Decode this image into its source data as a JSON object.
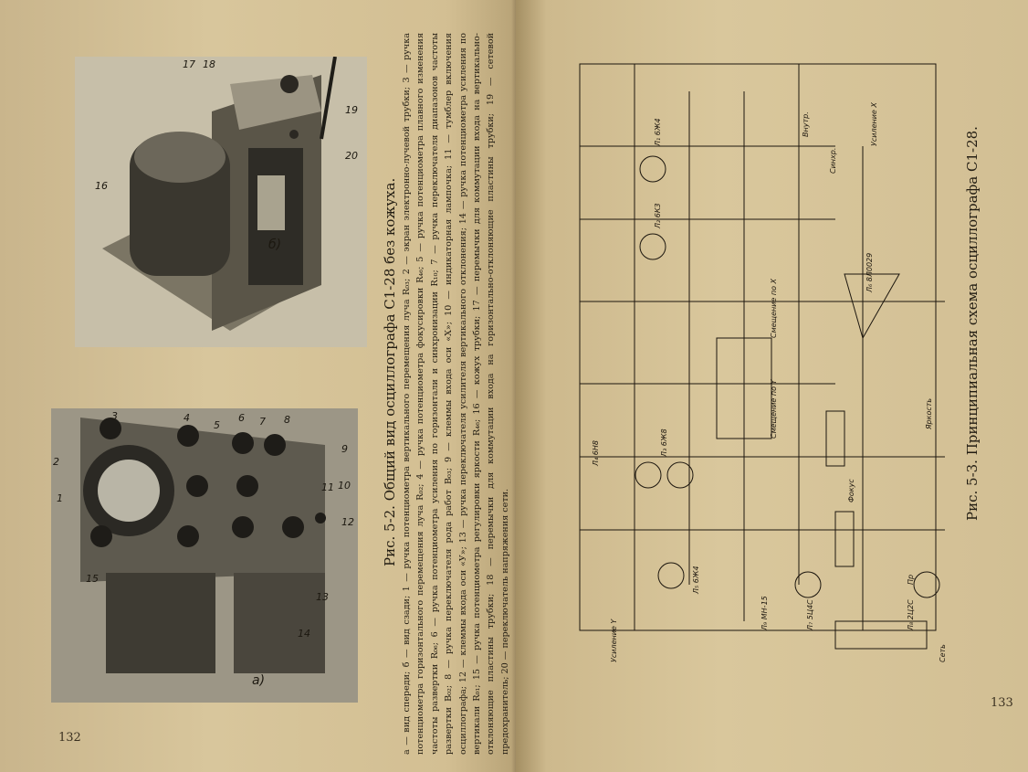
{
  "left_page": {
    "photo_b_label": "б)",
    "photo_a_label": "а)",
    "callouts_b": [
      "16",
      "17",
      "18",
      "19",
      "20"
    ],
    "callouts_a": [
      "1",
      "2",
      "3",
      "4",
      "5",
      "6",
      "7",
      "8",
      "9",
      "10",
      "11",
      "12",
      "13",
      "14",
      "15"
    ],
    "caption_title": "Рис. 5-2. Общий вид осциллографа С1-28 без кожуха.",
    "caption_body": "а — вид спереди; б — вид сзади; 1 — ручка потенциометра вертикального перемещения луча R₀₃; 2 — экран электронно-лучевой трубки; 3 — ручка потенциометра горизонтального перемещения луча R₀₂; 4 — ручка потенциометра фокусировки R₄₆; 5 — ручка потенциометра плавного изменения частоты развертки R₀₆; 6 — ручка потенциометра усиления по горизонтали и синхронизации R₁₀; 7 — ручка переключателя диапазонов частоты развертки В₀₂; 8 — ручка переключателя рода работ В₀₃; 9 — клеммы входа оси «Х»; 10 — индикаторная лампочка; 11 — тумблер включения осциллографа; 12 — клеммы входа оси «У»; 13 — ручка переключателя усилителя вертикального отклонения; 14 — ручка потенциометра усиления по вертикали R₀₁; 15 — ручка потенциометра регулировки яркости R₄₆; 16 — кожух трубки; 17 — перемычки для коммутации входа на вертикально-отклоняющие пластины трубки; 18 — перемычки для коммутации входа на горизонтально-отклоняющие пластины трубки; 19 — сетевой предохранитель; 20 — переключатель напряжения сети.",
    "page_number": "132"
  },
  "right_page": {
    "schematic_caption": "Рис. 5-3. Принципиальная схема осциллографа С1-28.",
    "schematic_labels": [
      "Л₁ 6Ж4",
      "Л₂ 6К3",
      "Л₃ 6Ж8",
      "Л₄ 6Н8",
      "Л₅ 6Ж4",
      "Л₆ 8Л0029",
      "Л₇ 5Ц4С",
      "Л₈ 2Ц2С",
      "Л₉ МН-15",
      "Смещение по X",
      "Смещение по Y",
      "Фокус",
      "Яркость",
      "Усиление Y",
      "Усиление X",
      "Сеть",
      "Синхр.",
      "Внутр.",
      "Пр"
    ],
    "page_number": "133"
  },
  "colors": {
    "paper": "#d6c398",
    "ink": "#1c160e",
    "background": "#2a2418"
  }
}
